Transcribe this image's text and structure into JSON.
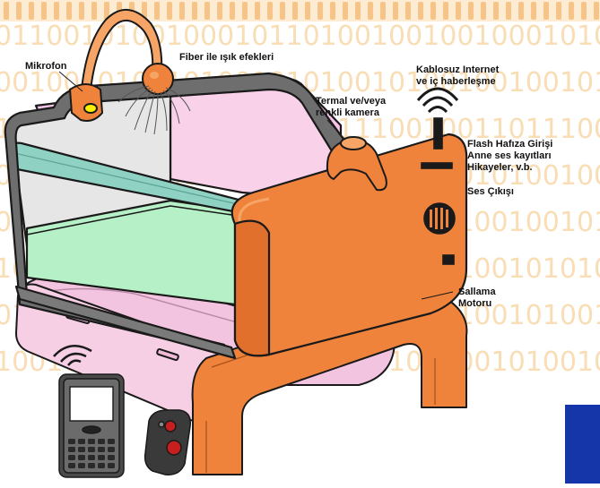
{
  "background": {
    "binary_text_color": "#f3c27a",
    "binary_rows": [
      "0110010100100010110100100100100010101010",
      "0010010100101001010100101001001001010010",
      "1001001001010010010011100100110111001011",
      "0101001001010100100101010010101001001010",
      "0010100101001001010010001011001001010010",
      "1010010010101001010010101001001010101001",
      "0100101001001010010011001001001010010110",
      "1001010010100101000101010010010100101001"
    ]
  },
  "colors": {
    "frame_orange": "#f0833c",
    "frame_orange_light": "#f7a566",
    "pink_body": "#f3c4df",
    "interior_pink": "#f6c3e6",
    "green_shelf": "#b6f0c6",
    "teal_rail": "#8fd2c4",
    "outline": "#1a1a1a",
    "blue_block": "#1536a8"
  },
  "labels": {
    "microphone": "Mikrofon",
    "fiber_light": "Fiber ile ışık efekleri",
    "camera_line1": "Termal ve/veya",
    "camera_line2": "renkli kamera",
    "wireless_line1": "Kablosuz Internet",
    "wireless_line2": "ve iç haberleşme",
    "flash_line1": "Flash Hafıza Girişi",
    "flash_line2": "Anne ses kayıtları",
    "flash_line3": "Hikayeler, v.b.",
    "speaker": "Ses Çıkışı",
    "motor_line1": "Sallama",
    "motor_line2": "Motoru"
  }
}
